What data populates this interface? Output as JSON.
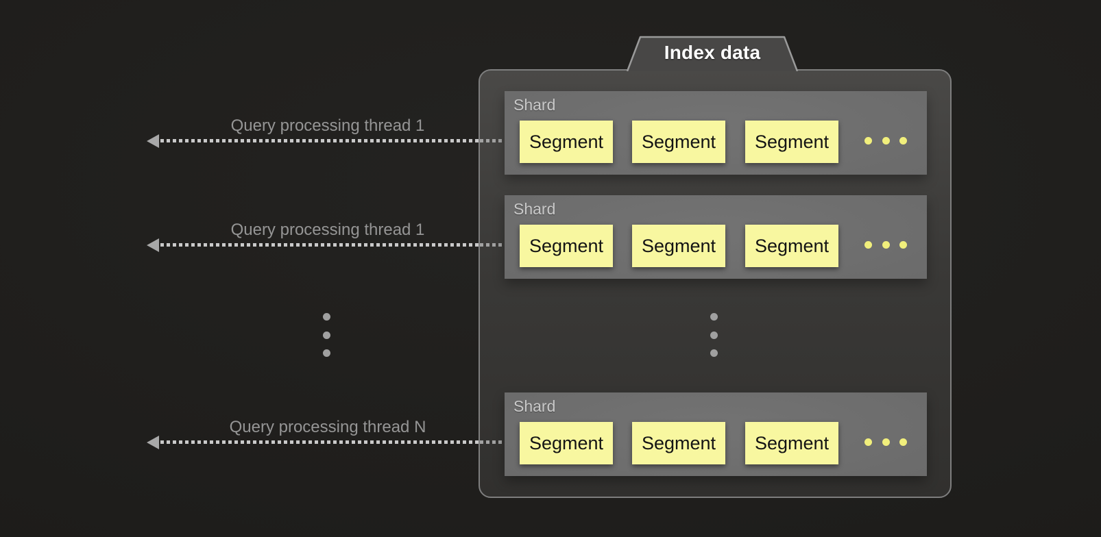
{
  "diagram": {
    "title": {
      "label": "Index data"
    },
    "arrows": [
      {
        "label": "Query processing thread 1"
      },
      {
        "label": "Query processing thread 1"
      },
      {
        "label": "Query processing thread N"
      }
    ],
    "shards": [
      {
        "label": "Shard",
        "segments": [
          "Segment",
          "Segment",
          "Segment"
        ],
        "trailing_ellipsis": true
      },
      {
        "label": "Shard",
        "segments": [
          "Segment",
          "Segment",
          "Segment"
        ],
        "trailing_ellipsis": true
      },
      {
        "label": "Shard",
        "segments": [
          "Segment",
          "Segment",
          "Segment"
        ],
        "trailing_ellipsis": true
      }
    ],
    "ellipsis": {
      "between_threads": "vertical-3-dots",
      "between_shards": "vertical-3-dots"
    },
    "colors": {
      "background": "#1d1c1a",
      "container_fill": "#3a3937",
      "container_border": "#7e7e7e",
      "tab_fill": "#484746",
      "shard_fill": "#6a6a6a",
      "segment_fill": "#f8f7a0",
      "segment_text": "#141414",
      "yellow_dot": "#f1ef7c",
      "gray_dot": "#a0a0a0",
      "arrow_line": "#c9c9c9",
      "caption_text": "#959595",
      "title_text": "#ffffff",
      "shard_label_text": "#c9c9c9"
    }
  }
}
